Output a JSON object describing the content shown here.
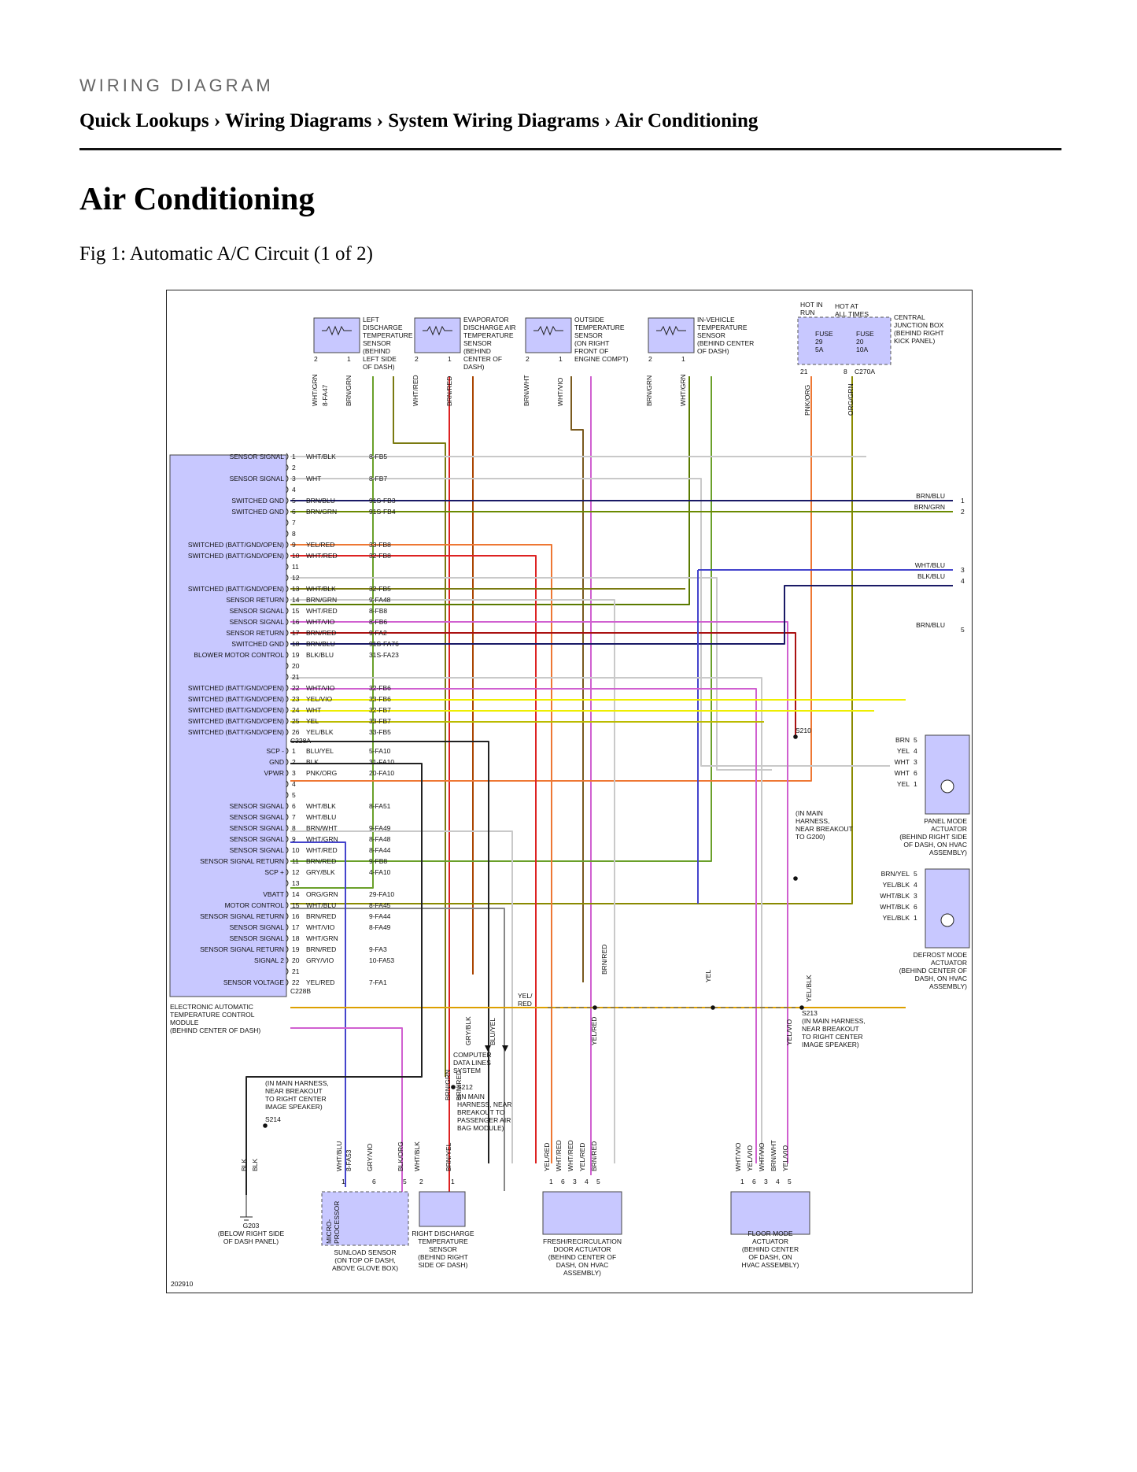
{
  "header": {
    "kicker": "WIRING DIAGRAM",
    "breadcrumb": "Quick Lookups › Wiring Diagrams › System Wiring Diagrams › Air Conditioning",
    "title": "Air Conditioning",
    "figure_caption": "Fig 1: Automatic A/C Circuit (1 of 2)"
  },
  "module": {
    "label": [
      "ELECTRONIC AUTOMATIC",
      "TEMPERATURE CONTROL",
      "MODULE",
      "(BEHIND CENTER OF DASH)"
    ],
    "conn_a": "C228A",
    "conn_b": "C228B",
    "pins_a": [
      {
        "n": "1",
        "sig": "SENSOR SIGNAL",
        "wire": "WHT/BLK",
        "ref": "8-FB5"
      },
      {
        "n": "2",
        "sig": "",
        "wire": "",
        "ref": ""
      },
      {
        "n": "3",
        "sig": "SENSOR SIGNAL",
        "wire": "WHT",
        "ref": "8-FB7"
      },
      {
        "n": "4",
        "sig": "",
        "wire": "",
        "ref": ""
      },
      {
        "n": "5",
        "sig": "SWITCHED GND",
        "wire": "BRN/BLU",
        "ref": "91S-FB3"
      },
      {
        "n": "6",
        "sig": "SWITCHED GND",
        "wire": "BRN/GRN",
        "ref": "91S-FB4"
      },
      {
        "n": "7",
        "sig": "",
        "wire": "",
        "ref": ""
      },
      {
        "n": "8",
        "sig": "",
        "wire": "",
        "ref": ""
      },
      {
        "n": "9",
        "sig": "SWITCHED (BATT/GND/OPEN)",
        "wire": "YEL/RED",
        "ref": "33-FB8"
      },
      {
        "n": "10",
        "sig": "SWITCHED (BATT/GND/OPEN)",
        "wire": "WHT/RED",
        "ref": "32-FB8"
      },
      {
        "n": "11",
        "sig": "",
        "wire": "",
        "ref": ""
      },
      {
        "n": "12",
        "sig": "",
        "wire": "",
        "ref": ""
      },
      {
        "n": "13",
        "sig": "SWITCHED (BATT/GND/OPEN)",
        "wire": "WHT/BLK",
        "ref": "32-FB5"
      },
      {
        "n": "14",
        "sig": "SENSOR RETURN",
        "wire": "BRN/GRN",
        "ref": "9-FA48"
      },
      {
        "n": "15",
        "sig": "SENSOR SIGNAL",
        "wire": "WHT/RED",
        "ref": "8-FB8"
      },
      {
        "n": "16",
        "sig": "SENSOR SIGNAL",
        "wire": "WHT/VIO",
        "ref": "8-FB6"
      },
      {
        "n": "17",
        "sig": "SENSOR RETURN",
        "wire": "BRN/RED",
        "ref": "9-FA2"
      },
      {
        "n": "18",
        "sig": "SWITCHED GND",
        "wire": "BRN/BLU",
        "ref": "91S-FA76"
      },
      {
        "n": "19",
        "sig": "BLOWER MOTOR CONTROL",
        "wire": "BLK/BLU",
        "ref": "31S-FA23"
      },
      {
        "n": "20",
        "sig": "",
        "wire": "",
        "ref": ""
      },
      {
        "n": "21",
        "sig": "",
        "wire": "",
        "ref": ""
      },
      {
        "n": "22",
        "sig": "SWITCHED (BATT/GND/OPEN)",
        "wire": "WHT/VIO",
        "ref": "32-FB6"
      },
      {
        "n": "23",
        "sig": "SWITCHED (BATT/GND/OPEN)",
        "wire": "YEL/VIO",
        "ref": "33-FB6"
      },
      {
        "n": "24",
        "sig": "SWITCHED (BATT/GND/OPEN)",
        "wire": "WHT",
        "ref": "32-FB7"
      },
      {
        "n": "25",
        "sig": "SWITCHED (BATT/GND/OPEN)",
        "wire": "YEL",
        "ref": "33-FB7"
      },
      {
        "n": "26",
        "sig": "SWITCHED (BATT/GND/OPEN)",
        "wire": "YEL/BLK",
        "ref": "33-FB5"
      }
    ],
    "pins_b": [
      {
        "n": "1",
        "sig": "SCP -",
        "wire": "BLU/YEL",
        "ref": "5-FA10"
      },
      {
        "n": "2",
        "sig": "GND",
        "wire": "BLK",
        "ref": "31-FA10"
      },
      {
        "n": "3",
        "sig": "VPWR",
        "wire": "PNK/ORG",
        "ref": "20-FA10"
      },
      {
        "n": "4",
        "sig": "",
        "wire": "",
        "ref": ""
      },
      {
        "n": "5",
        "sig": "",
        "wire": "",
        "ref": ""
      },
      {
        "n": "6",
        "sig": "SENSOR SIGNAL",
        "wire": "WHT/BLK",
        "ref": "8-FA51"
      },
      {
        "n": "7",
        "sig": "SENSOR SIGNAL",
        "wire": "WHT/BLU",
        "ref": ""
      },
      {
        "n": "8",
        "sig": "SENSOR SIGNAL",
        "wire": "BRN/WHT",
        "ref": "9-FA49"
      },
      {
        "n": "9",
        "sig": "SENSOR SIGNAL",
        "wire": "WHT/GRN",
        "ref": "8-FA48"
      },
      {
        "n": "10",
        "sig": "SENSOR SIGNAL",
        "wire": "WHT/RED",
        "ref": "8-FA44"
      },
      {
        "n": "11",
        "sig": "SENSOR SIGNAL RETURN",
        "wire": "BRN/RED",
        "ref": "9-FB8"
      },
      {
        "n": "12",
        "sig": "SCP +",
        "wire": "GRY/BLK",
        "ref": "4-FA10"
      },
      {
        "n": "13",
        "sig": "",
        "wire": "",
        "ref": ""
      },
      {
        "n": "14",
        "sig": "VBATT",
        "wire": "ORG/GRN",
        "ref": "29-FA10"
      },
      {
        "n": "15",
        "sig": "MOTOR CONTROL",
        "wire": "WHT/BLU",
        "ref": "8-FA45"
      },
      {
        "n": "16",
        "sig": "SENSOR SIGNAL RETURN",
        "wire": "BRN/RED",
        "ref": "9-FA44"
      },
      {
        "n": "17",
        "sig": "SENSOR SIGNAL",
        "wire": "WHT/VIO",
        "ref": "8-FA49"
      },
      {
        "n": "18",
        "sig": "SENSOR SIGNAL",
        "wire": "WHT/GRN",
        "ref": ""
      },
      {
        "n": "19",
        "sig": "SENSOR SIGNAL RETURN",
        "wire": "BRN/RED",
        "ref": "9-FA3"
      },
      {
        "n": "20",
        "sig": "SIGNAL 2",
        "wire": "GRY/VIO",
        "ref": "10-FA53"
      },
      {
        "n": "21",
        "sig": "",
        "wire": "",
        "ref": ""
      },
      {
        "n": "22",
        "sig": "SENSOR VOLTAGE",
        "wire": "YEL/RED",
        "ref": "7-FA1"
      }
    ]
  },
  "top_sensors": [
    {
      "label": [
        "LEFT",
        "DISCHARGE",
        "TEMPERATURE",
        "SENSOR",
        "(BEHIND",
        "LEFT SIDE",
        "OF DASH)"
      ],
      "w1": "WHT/GRN",
      "r1": "8-FA47",
      "w2": "BRN/GRN"
    },
    {
      "label": [
        "EVAPORATOR",
        "DISCHARGE AIR",
        "TEMPERATURE",
        "SENSOR",
        "(BEHIND",
        "CENTER OF",
        "DASH)"
      ],
      "w1": "WHT/RED",
      "r1": "",
      "w2": "BRN/RED"
    },
    {
      "label": [
        "OUTSIDE",
        "TEMPERATURE",
        "SENSOR",
        "(ON RIGHT",
        "FRONT OF",
        "ENGINE COMPT)"
      ],
      "w1": "BRN/WHT",
      "r1": "",
      "w2": "WHT/VIO"
    },
    {
      "label": [
        "IN-VEHICLE",
        "TEMPERATURE",
        "SENSOR",
        "(BEHIND CENTER",
        "OF DASH)"
      ],
      "w1": "BRN/GRN",
      "r1": "",
      "w2": "WHT/GRN"
    }
  ],
  "junction_box": {
    "label": [
      "CENTRAL",
      "JUNCTION BOX",
      "(BEHIND RIGHT",
      "KICK PANEL)"
    ],
    "hot_in_run": [
      "HOT IN",
      "RUN"
    ],
    "hot_at_all_times": [
      "HOT AT",
      "ALL TIMES"
    ],
    "fuse1": [
      "FUSE",
      "29",
      "5A"
    ],
    "fuse2": [
      "FUSE",
      "20",
      "10A"
    ],
    "pin1": "21",
    "pin2": "8",
    "connector": "C270A",
    "wire1": "PNK/ORG",
    "wire2": "ORG/GRN"
  },
  "right_outputs": [
    {
      "wire": "BRN/BLU",
      "n": "1"
    },
    {
      "wire": "BRN/GRN",
      "n": "2"
    },
    {
      "wire": "WHT/BLU",
      "n": "3"
    },
    {
      "wire": "BLK/BLU",
      "n": "4"
    },
    {
      "wire": "BRN/BLU",
      "n": "5"
    }
  ],
  "panel_actuator": {
    "label": [
      "PANEL MODE",
      "ACTUATOR",
      "(BEHIND RIGHT SIDE",
      "OF DASH, ON HVAC",
      "ASSEMBLY)"
    ],
    "pins": [
      {
        "w": "BRN",
        "n": "5"
      },
      {
        "w": "YEL",
        "n": "4"
      },
      {
        "w": "WHT",
        "n": "3"
      },
      {
        "w": "WHT",
        "n": "6"
      },
      {
        "w": "YEL",
        "n": "1"
      }
    ]
  },
  "defrost_actuator": {
    "label": [
      "DEFROST MODE",
      "ACTUATOR",
      "(BEHIND CENTER OF",
      "DASH, ON HVAC",
      "ASSEMBLY)"
    ],
    "pins": [
      {
        "w": "BRN/YEL",
        "n": "5"
      },
      {
        "w": "YEL/BLK",
        "n": "4"
      },
      {
        "w": "WHT/BLK",
        "n": "3"
      },
      {
        "w": "WHT/BLK",
        "n": "6"
      },
      {
        "w": "YEL/BLK",
        "n": "1"
      }
    ]
  },
  "splices": {
    "s210": "S210",
    "s210_note": [
      "(IN MAIN",
      "HARNESS,",
      "NEAR BREAKOUT",
      "TO G200)"
    ],
    "s213": "S213",
    "s213_note": [
      "(IN MAIN HARNESS,",
      "NEAR BREAKOUT",
      "TO RIGHT CENTER",
      "IMAGE SPEAKER)"
    ],
    "s212": "S212",
    "s212_note": [
      "(IN MAIN",
      "HARNESS, NEAR",
      "BREAKOUT TO",
      "PASSENGER AIR",
      "BAG MODULE)"
    ],
    "s214": "S214",
    "s214_note": [
      "(IN MAIN HARNESS,",
      "NEAR BREAKOUT",
      "TO RIGHT CENTER",
      "IMAGE SPEAKER)"
    ]
  },
  "computer_data_lines": [
    "COMPUTER",
    "DATA LINES",
    "SYSTEM"
  ],
  "mid_wire_labels": {
    "yel_red": [
      "YEL/",
      "RED"
    ],
    "brn_red": "BRN/RED",
    "yel": "YEL",
    "yel_blk": "YEL/BLK",
    "yel_red_v": "YEL/RED",
    "yel_vio": "YEL/VIO",
    "gry_blk": "GRY/BLK",
    "blu_yel": "BLU/YEL",
    "brn_grn": "BRN/GRN",
    "brn_red_b": "BRN/RED"
  },
  "ground": {
    "label": [
      "G203",
      "(BELOW RIGHT SIDE",
      "OF DASH PANEL)"
    ],
    "w1": "BLK",
    "w2": "BLK"
  },
  "sunload": {
    "label": [
      "SUNLOAD SENSOR",
      "(ON TOP OF DASH,",
      "ABOVE GLOVE BOX)"
    ],
    "micro": [
      "MICRO-",
      "PROCESSOR"
    ],
    "wires": [
      {
        "w": "WHT/BLU",
        "r": "8-FA53",
        "n": "1"
      },
      {
        "w": "GRY/VIO",
        "r": "",
        "n": "6"
      },
      {
        "w": "BLK/ORG",
        "r": "",
        "n": "5"
      }
    ]
  },
  "right_discharge": {
    "label": [
      "RIGHT DISCHARGE",
      "TEMPERATURE",
      "SENSOR",
      "(BEHIND RIGHT",
      "SIDE OF DASH)"
    ],
    "wires": [
      {
        "w": "WHT/BLK",
        "n": "2"
      },
      {
        "w": "BRN/YEL",
        "n": "1"
      }
    ]
  },
  "fresh_actuator": {
    "label": [
      "FRESH/RECIRCULATION",
      "DOOR ACTUATOR",
      "(BEHIND CENTER OF",
      "DASH, ON HVAC",
      "ASSEMBLY)"
    ],
    "wires": [
      {
        "w": "YEL/RED",
        "n": "1"
      },
      {
        "w": "WHT/RED",
        "n": "6"
      },
      {
        "w": "WHT/RED",
        "n": "3"
      },
      {
        "w": "YEL/RED",
        "n": "4"
      },
      {
        "w": "BRN/RED",
        "n": "5"
      }
    ]
  },
  "floor_actuator": {
    "label": [
      "FLOOR MODE",
      "ACTUATOR",
      "(BEHIND CENTER",
      "OF DASH, ON",
      "HVAC ASSEMBLY)"
    ],
    "wires": [
      {
        "w": "WHT/VIO",
        "n": "1"
      },
      {
        "w": "YEL/VIO",
        "n": "6"
      },
      {
        "w": "WHT/VIO",
        "n": "3"
      },
      {
        "w": "BRN/WHT",
        "n": "4"
      },
      {
        "w": "YEL/VIO",
        "n": "5"
      }
    ]
  },
  "figure_id": "202910",
  "colors": {
    "module_fill": "#c8c8ff",
    "wht": "#c9c9c9",
    "blk": "#222222",
    "brn": "#7a5a1e",
    "yel": "#eeee00",
    "red": "#dd2222",
    "grn": "#6aa02a",
    "vio": "#d060d0",
    "blu": "#4444cc",
    "org": "#ee7733",
    "gry": "#888888",
    "olive": "#7a7a10",
    "dkblue": "#1a1a66"
  }
}
